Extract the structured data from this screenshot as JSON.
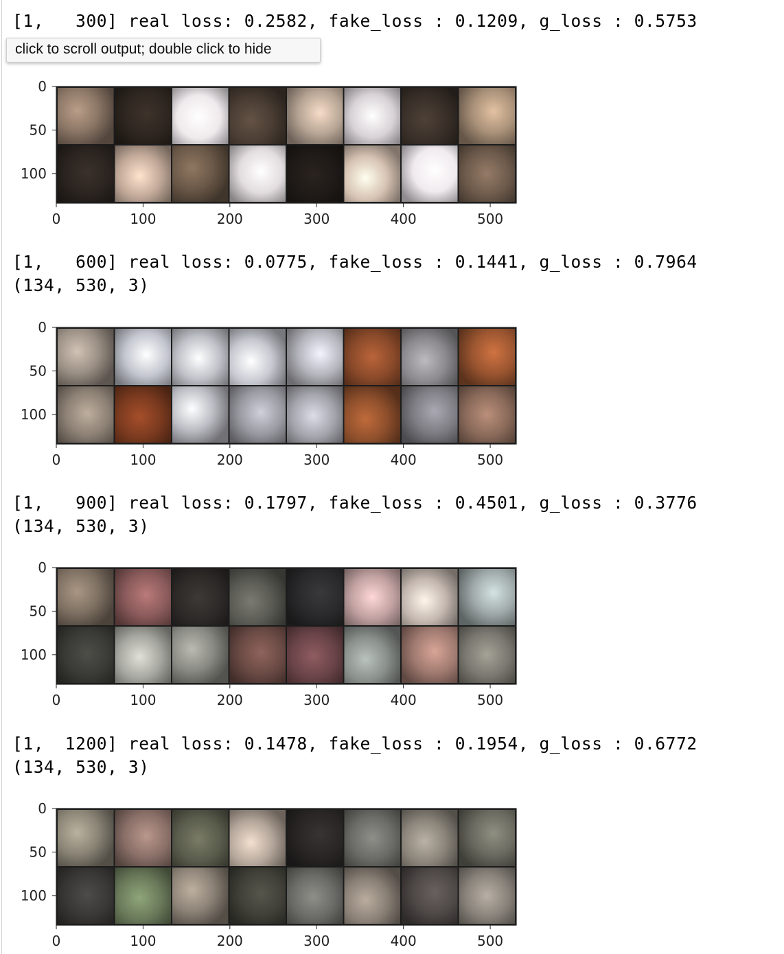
{
  "tooltip": {
    "text": "click to scroll output; double click to hide"
  },
  "outputs": [
    {
      "log": "[1,   300] real loss: 0.2582, fake_loss : 0.1209, g_loss : 0.5753",
      "shape": "",
      "palette": [
        "#8a7565",
        "#2e2620",
        "#efe9ec",
        "#4a3d33",
        "#b6a494",
        "#d8d2d6",
        "#3a3029",
        "#a89078",
        "#2b2420",
        "#c0a898",
        "#6a5848",
        "#e2dcde",
        "#1f1a17",
        "#d6c2b2",
        "#f0eaee",
        "#6e5b4c"
      ]
    },
    {
      "log": "[1,   600] real loss: 0.0775, fake_loss : 0.1441, g_loss : 0.7964",
      "shape": "(134, 530, 3)",
      "palette": [
        "#9b9085",
        "#c3c6cf",
        "#bfc1c8",
        "#c6c8d0",
        "#b5b5bd",
        "#8a4a2a",
        "#8c8a8e",
        "#9a5530",
        "#8d8175",
        "#7a3a1f",
        "#bcbdc4",
        "#9a9aa2",
        "#a4a4ac",
        "#8e4f2c",
        "#7e7d84",
        "#8a6a5a"
      ]
    },
    {
      "log": "[1,   900] real loss: 0.1797, fake_loss : 0.4501, g_loss : 0.3776",
      "shape": "(134, 530, 3)",
      "palette": [
        "#7e7062",
        "#8a5a5a",
        "#2d2a28",
        "#5a5a54",
        "#2a2a2c",
        "#c0a0a0",
        "#c2b6ae",
        "#9ea8a8",
        "#3a3a36",
        "#a6a6a0",
        "#8a8a84",
        "#6a4a44",
        "#6a4448",
        "#8a908c",
        "#a07a70",
        "#7a7870"
      ]
    },
    {
      "log": "[1,  1200] real loss: 0.1478, fake_loss : 0.1954, g_loss : 0.6772",
      "shape": "(134, 530, 3)",
      "palette": [
        "#8a8476",
        "#8a7068",
        "#5a5c4c",
        "#b4a69a",
        "#2a2626",
        "#6a6a66",
        "#8a847a",
        "#6a6a60",
        "#3a3836",
        "#6a7a5a",
        "#8c8276",
        "#404038",
        "#6a6a66",
        "#8a8076",
        "#4e4846",
        "#88827a"
      ]
    }
  ],
  "axes": {
    "xticks": [
      "0",
      "100",
      "200",
      "300",
      "400",
      "500"
    ],
    "yticks": [
      "0",
      "50",
      "100"
    ]
  }
}
